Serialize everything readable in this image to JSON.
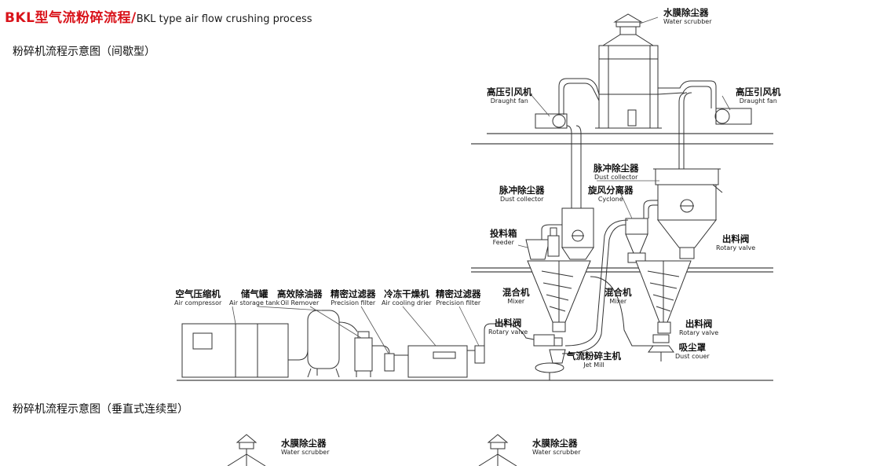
{
  "title": {
    "zh": "BKL型气流粉碎流程/",
    "en": "BKL type air flow crushing process"
  },
  "subtitles": {
    "intermittent": "粉碎机流程示意图（间歇型）",
    "continuous": "粉碎机流程示意图（垂直式连续型）"
  },
  "labels": {
    "water_scrubber_top": {
      "zh": "水膜除尘器",
      "en": "Water scrubber"
    },
    "draught_fan_left": {
      "zh": "高压引风机",
      "en": "Draught fan"
    },
    "draught_fan_right": {
      "zh": "高压引风机",
      "en": "Draught fan"
    },
    "dust_collector_right": {
      "zh": "脉冲除尘器",
      "en": "Dust collector"
    },
    "dust_collector_left": {
      "zh": "脉冲除尘器",
      "en": "Dust collector"
    },
    "cyclone": {
      "zh": "旋风分离器",
      "en": "Cyclone"
    },
    "feeder": {
      "zh": "投料箱",
      "en": "Feeder"
    },
    "rotary_valve_right_top": {
      "zh": "出料阀",
      "en": "Rotary valve"
    },
    "air_compressor": {
      "zh": "空气压缩机",
      "en": "Air compressor"
    },
    "air_storage_tank": {
      "zh": "储气罐",
      "en": "Air storage tank"
    },
    "oil_remover": {
      "zh": "高效除油器",
      "en": "Oil Remover"
    },
    "precision_filter_1": {
      "zh": "精密过滤器",
      "en": "Precision filter"
    },
    "air_cooling_drier": {
      "zh": "冷冻干燥机",
      "en": "Air cooling drier"
    },
    "precision_filter_2": {
      "zh": "精密过滤器",
      "en": "Precision filter"
    },
    "mixer_left": {
      "zh": "混合机",
      "en": "Mixer"
    },
    "mixer_right": {
      "zh": "混合机",
      "en": "Mixer"
    },
    "rotary_valve_left": {
      "zh": "出料阀",
      "en": "Rotary valve"
    },
    "jet_mill": {
      "zh": "气流粉碎主机",
      "en": "Jet Mill"
    },
    "rotary_valve_right_bottom": {
      "zh": "出料阀",
      "en": "Rotary valve"
    },
    "dust_cover": {
      "zh": "吸尘罩",
      "en": "Dust couer"
    },
    "water_scrubber_bottom_1": {
      "zh": "水膜除尘器",
      "en": "Water scrubber"
    },
    "water_scrubber_bottom_2": {
      "zh": "水膜除尘器",
      "en": "Water scrubber"
    }
  },
  "colors": {
    "accent": "#d9141b",
    "line": "#333333"
  }
}
